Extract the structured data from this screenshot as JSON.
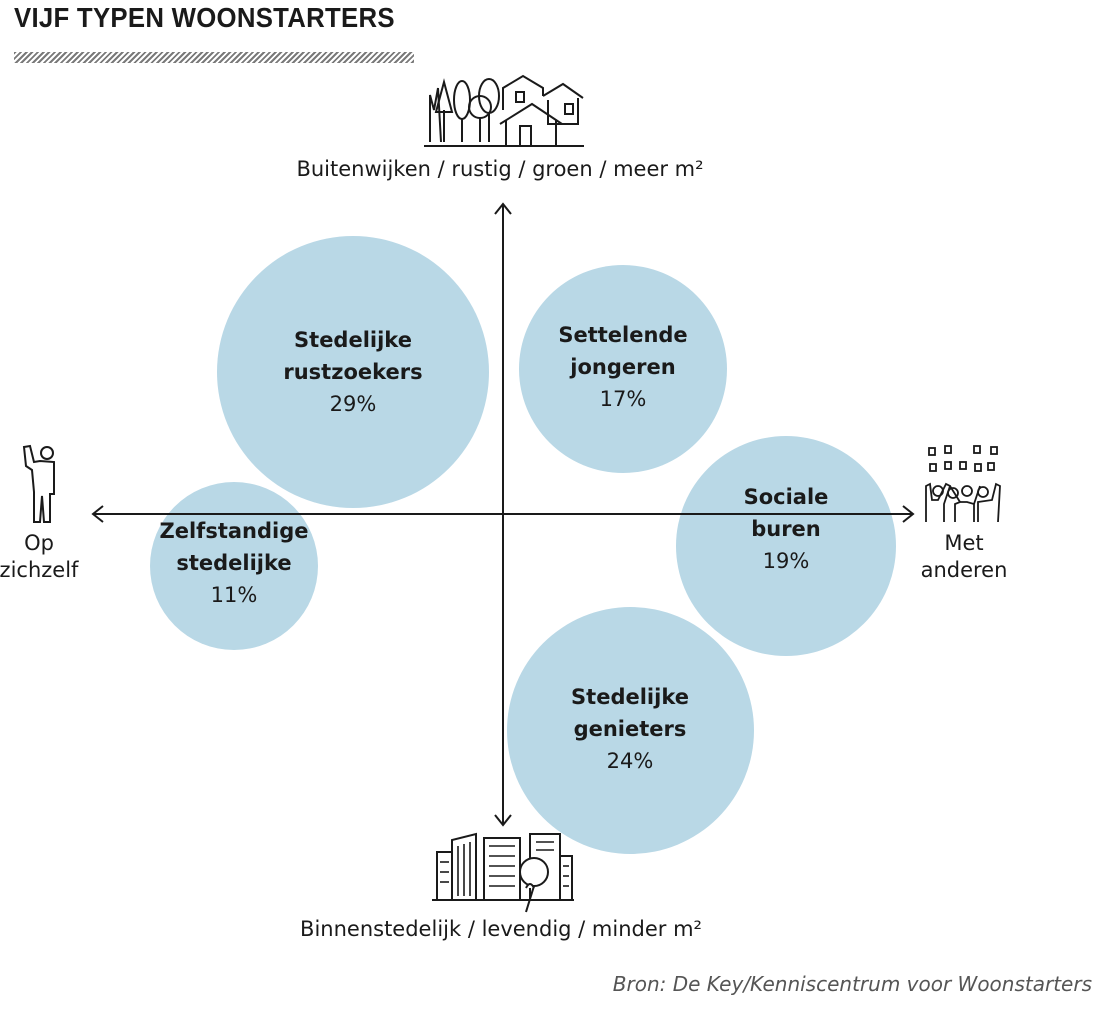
{
  "title": "VIJF TYPEN WOONSTARTERS",
  "axes": {
    "top": "Buitenwijken / rustig / groen / meer m²",
    "bottom": "Binnenstedelijk / levendig / minder m²",
    "left_line1": "Op",
    "left_line2": "zichzelf",
    "right_line1": "Met",
    "right_line2": "anderen"
  },
  "bubbles": [
    {
      "name_line1": "Stedelijke",
      "name_line2": "rustzoekers",
      "pct": "29%",
      "value": 29
    },
    {
      "name_line1": "Settelende",
      "name_line2": "jongeren",
      "pct": "17%",
      "value": 17
    },
    {
      "name_line1": "Zelfstandige",
      "name_line2": "stedelijke",
      "pct": "11%",
      "value": 11
    },
    {
      "name_line1": "Sociale",
      "name_line2": "buren",
      "pct": "19%",
      "value": 19
    },
    {
      "name_line1": "Stedelijke",
      "name_line2": "genieters",
      "pct": "24%",
      "value": 24
    }
  ],
  "source": "Bron: De Key/Kenniscentrum voor Woonstarters",
  "colors": {
    "bubble": "#b9d8e6",
    "axis": "#1a1a1a",
    "icon": "#1a1a1a"
  },
  "icons": {
    "top": "suburb-houses-trees-icon",
    "bottom": "city-buildings-icon",
    "left": "single-person-icon",
    "right": "group-people-icon"
  }
}
